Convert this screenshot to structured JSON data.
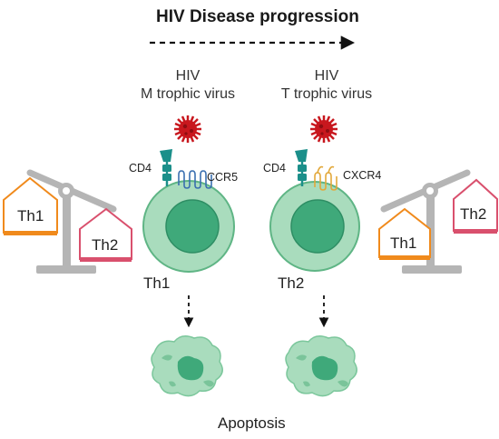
{
  "title": "HIV Disease progression",
  "left_panel": {
    "virus_line1": "HIV",
    "virus_line2": "M trophic virus",
    "receptor_cd4": "CD4",
    "coreceptor": "CCR5",
    "cell_label": "Th1",
    "balance_left": "Th1",
    "balance_right": "Th2"
  },
  "right_panel": {
    "virus_line1": "HIV",
    "virus_line2": "T trophic virus",
    "receptor_cd4": "CD4",
    "coreceptor": "CXCR4",
    "cell_label": "Th2",
    "balance_left": "Th1",
    "balance_right": "Th2"
  },
  "footer": "Apoptosis",
  "colors": {
    "cell_outer": "#a9dcbd",
    "cell_inner": "#3fa97a",
    "virus": "#c8171e",
    "cd4": "#1b8f8a",
    "ccr5": "#3a6fb0",
    "cxcr4": "#e2a83a",
    "th1_box": "#f08a1c",
    "th2_box": "#d9506d",
    "balance": "#b5b5b5"
  }
}
